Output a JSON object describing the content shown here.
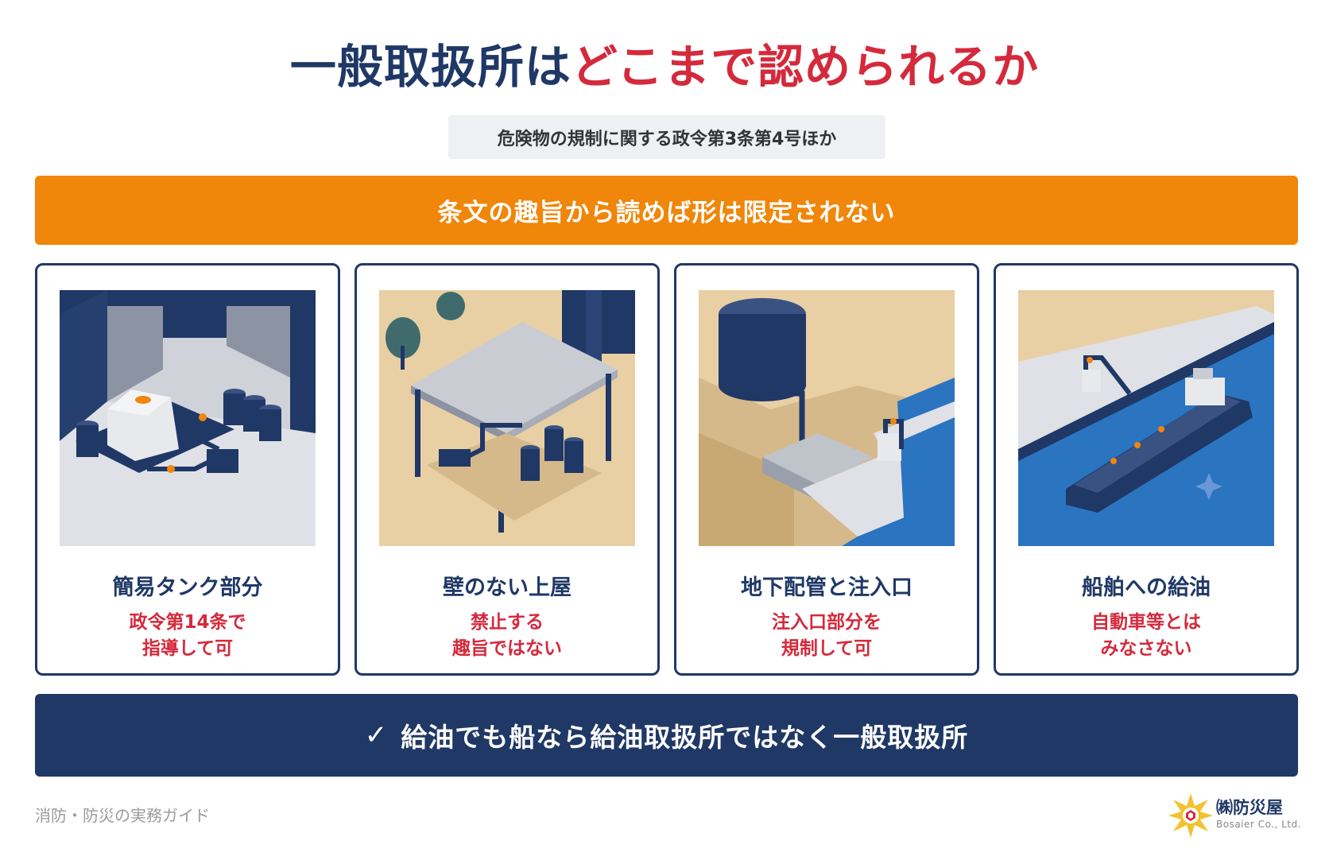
{
  "header": {
    "title_part1": "一般取扱所は",
    "title_part2": "どこまで認められるか",
    "subtitle": "危険物の規制に関する政令第3条第4号ほか"
  },
  "banner": {
    "text": "条文の趣旨から読めば形は限定されない"
  },
  "cards": [
    {
      "title": "簡易タンク部分",
      "note_line1": "政令第14条で",
      "note_line2": "指導して可"
    },
    {
      "title": "壁のない上屋",
      "note_line1": "禁止する",
      "note_line2": "趣旨ではない"
    },
    {
      "title": "地下配管と注入口",
      "note_line1": "注入口部分を",
      "note_line2": "規制して可"
    },
    {
      "title": "船舶への給油",
      "note_line1": "自動車等とは",
      "note_line2": "みなさない"
    }
  ],
  "conclusion": {
    "check": "✓",
    "text": "給油でも船なら給油取扱所ではなく一般取扱所"
  },
  "footer": {
    "tagline": "消防・防災の実務ガイド",
    "company_name": "㈱防災屋",
    "company_en": "Bosaier Co., Ltd."
  },
  "colors": {
    "navy": "#1f3866",
    "red": "#d42a3c",
    "orange": "#f0860a",
    "sea": "#2a74c0",
    "sand": "#e9cfa4"
  },
  "icons": [
    "tank-illustration",
    "shed-illustration",
    "pipe-inlet-illustration",
    "ship-fueling-illustration",
    "company-logo-icon"
  ]
}
